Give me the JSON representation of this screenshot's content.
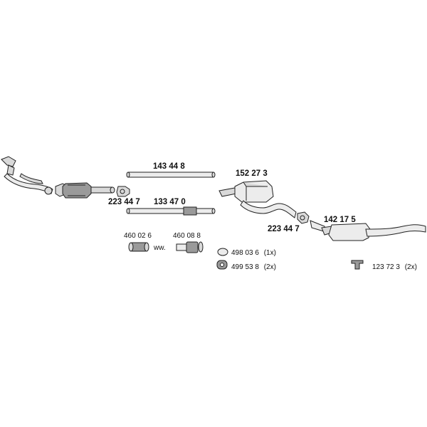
{
  "parts": {
    "front_pipe_center": "143 44 8",
    "rear_pipe_center": "133 47 0",
    "clamp_front": "223 44 7",
    "middle_silencer": "152 27 3",
    "clamp_rear": "223 44 7",
    "rear_silencer": "142 17 5",
    "flex_connector_a": "460 02 6",
    "flex_connector_b": "460 08 8",
    "alternative_sep": "ww.",
    "hanger_ring": "498 03 6",
    "hanger_ring_qty": "(1x)",
    "rubber_mount": "499 53 8",
    "rubber_mount_qty": "(2x)",
    "rear_mount": "123 72 3",
    "rear_mount_qty": "(2x)"
  }
}
